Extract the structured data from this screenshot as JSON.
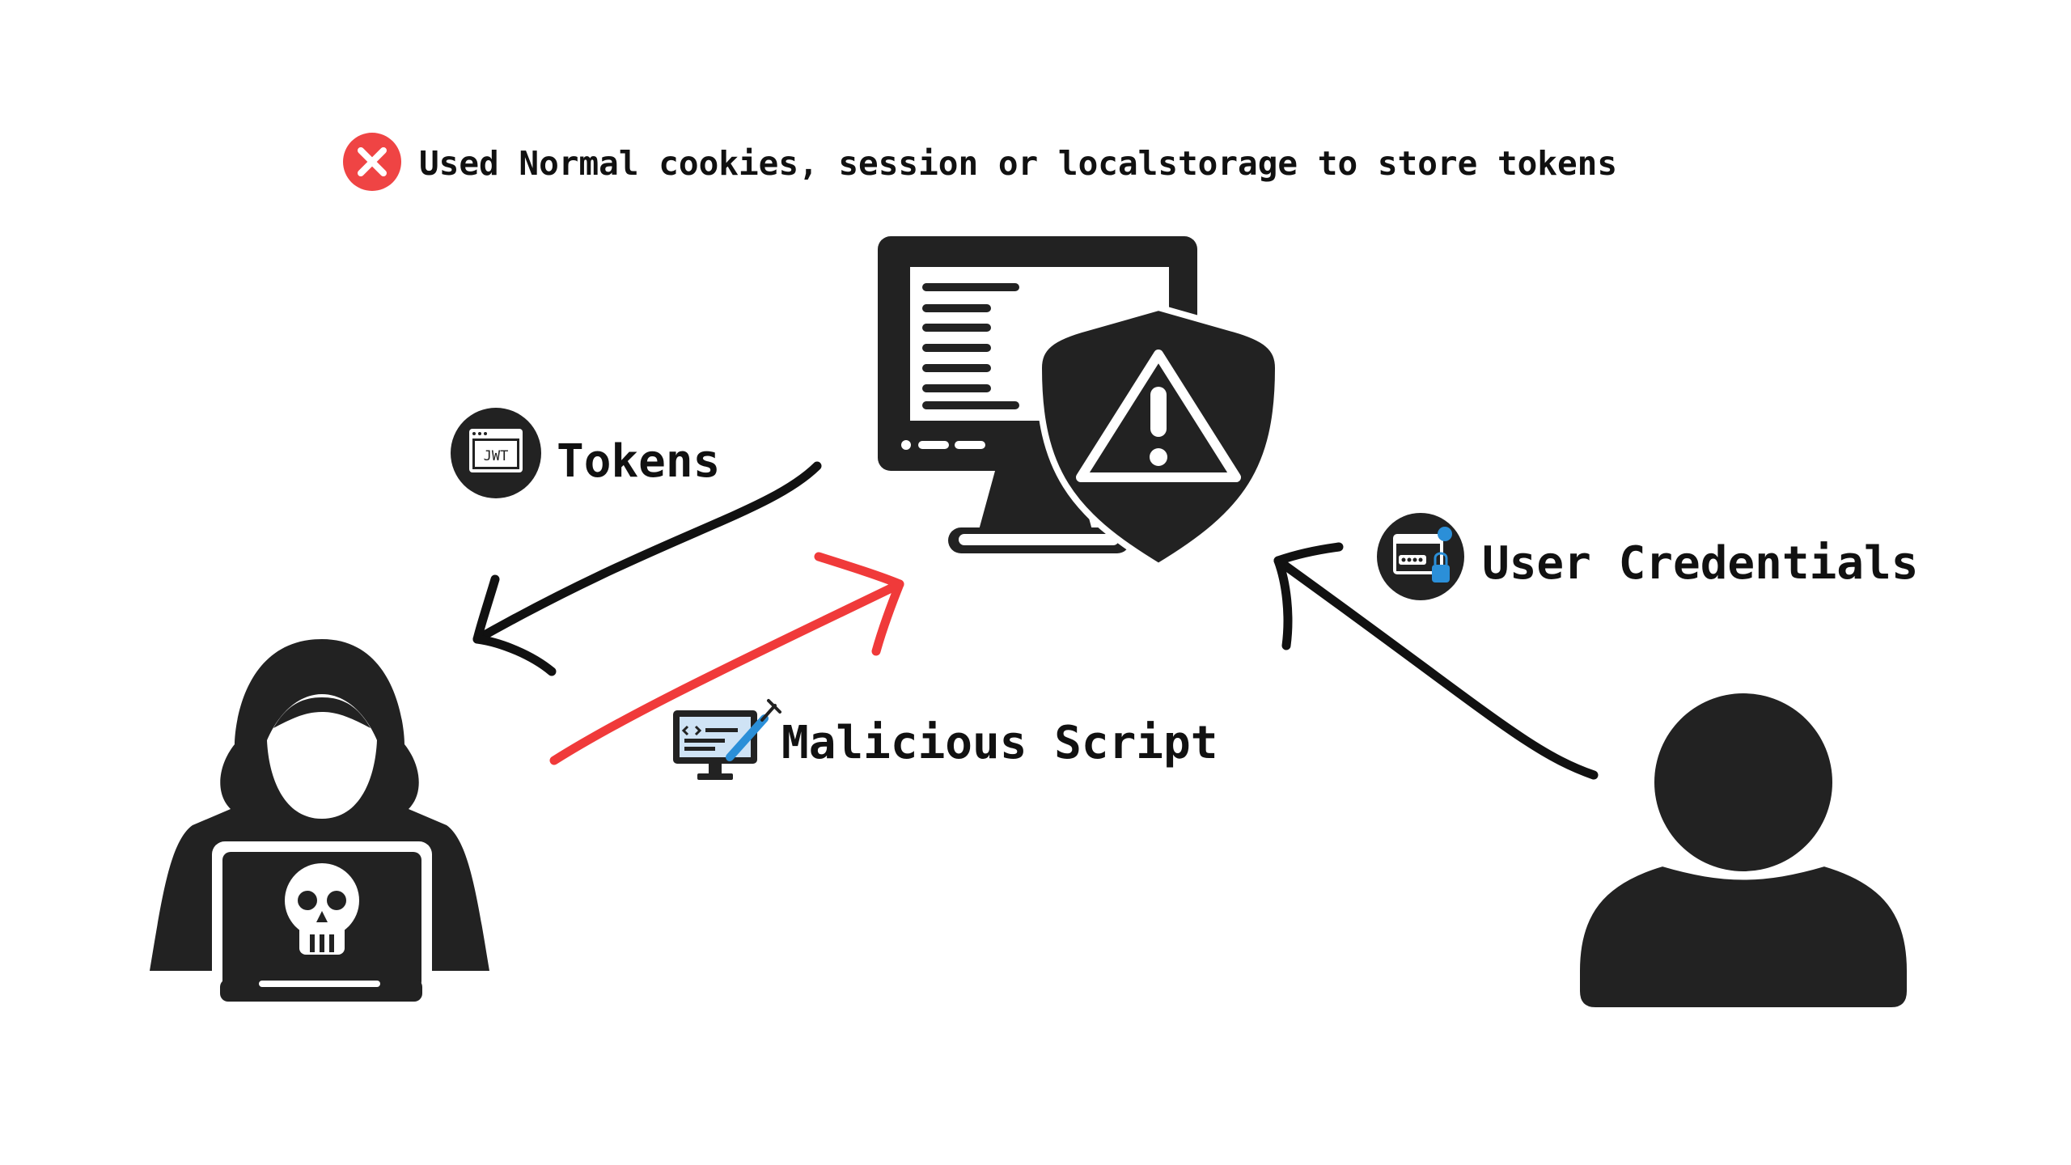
{
  "header": {
    "status_icon": "error-x-circle-icon",
    "text": "Used Normal cookies, session or localstorage to store tokens"
  },
  "labels": {
    "tokens": "Tokens",
    "user_credentials": "User Credentials",
    "malicious_script": "Malicious Script"
  },
  "badges": {
    "tokens_icon": "jwt-icon",
    "jwt_text": "JWT",
    "credentials_icon": "password-lock-icon",
    "script_icon": "code-injection-icon"
  },
  "nodes": {
    "server_icon": "monitor-shield-warning-icon",
    "attacker_icon": "hacker-laptop-icon",
    "user_icon": "user-icon"
  },
  "colors": {
    "ink": "#222222",
    "error_red": "#EF4444",
    "arrow_red": "#F03A3A",
    "badge_blue": "#2B8FD8"
  }
}
